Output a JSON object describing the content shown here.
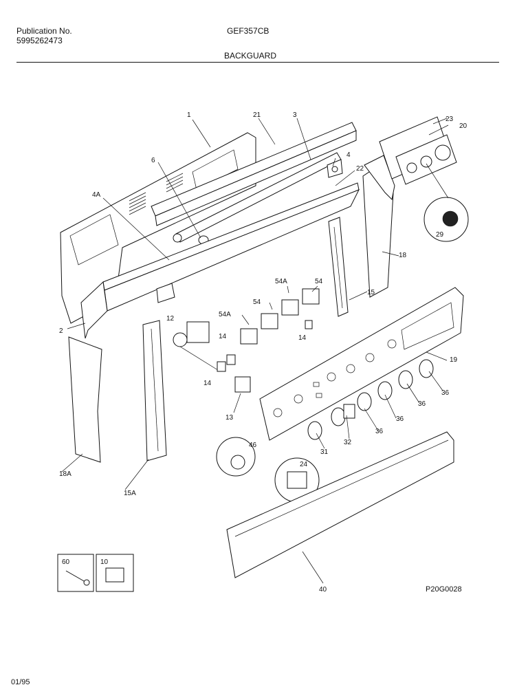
{
  "header": {
    "publication_label": "Publication No.",
    "publication_number": "5995262473",
    "model": "GEF357CB",
    "section": "BACKGUARD"
  },
  "footer": {
    "diagram_id": "P20G0028",
    "date_code": "01/95"
  },
  "callouts": [
    {
      "id": "c1",
      "label": "1"
    },
    {
      "id": "c21",
      "label": "21"
    },
    {
      "id": "c3",
      "label": "3"
    },
    {
      "id": "c6",
      "label": "6"
    },
    {
      "id": "c4",
      "label": "4"
    },
    {
      "id": "c4A",
      "label": "4A"
    },
    {
      "id": "c22",
      "label": "22"
    },
    {
      "id": "c23",
      "label": "23"
    },
    {
      "id": "c20",
      "label": "20"
    },
    {
      "id": "c29",
      "label": "29"
    },
    {
      "id": "c18",
      "label": "18"
    },
    {
      "id": "c2",
      "label": "2"
    },
    {
      "id": "c54A_r",
      "label": "54A"
    },
    {
      "id": "c54_r",
      "label": "54"
    },
    {
      "id": "c15",
      "label": "15"
    },
    {
      "id": "c54_l",
      "label": "54"
    },
    {
      "id": "c54A_l",
      "label": "54A"
    },
    {
      "id": "c12",
      "label": "12"
    },
    {
      "id": "c14_a",
      "label": "14"
    },
    {
      "id": "c14_b",
      "label": "14"
    },
    {
      "id": "c14_c",
      "label": "14"
    },
    {
      "id": "c19",
      "label": "19"
    },
    {
      "id": "c36_a",
      "label": "36"
    },
    {
      "id": "c36_b",
      "label": "36"
    },
    {
      "id": "c36_c",
      "label": "36"
    },
    {
      "id": "c36_d",
      "label": "36"
    },
    {
      "id": "c13",
      "label": "13"
    },
    {
      "id": "c46",
      "label": "46"
    },
    {
      "id": "c31",
      "label": "31"
    },
    {
      "id": "c32",
      "label": "32"
    },
    {
      "id": "c24",
      "label": "24"
    },
    {
      "id": "c18A",
      "label": "18A"
    },
    {
      "id": "c15A",
      "label": "15A"
    },
    {
      "id": "c60",
      "label": "60"
    },
    {
      "id": "c10",
      "label": "10"
    },
    {
      "id": "c40",
      "label": "40"
    }
  ]
}
